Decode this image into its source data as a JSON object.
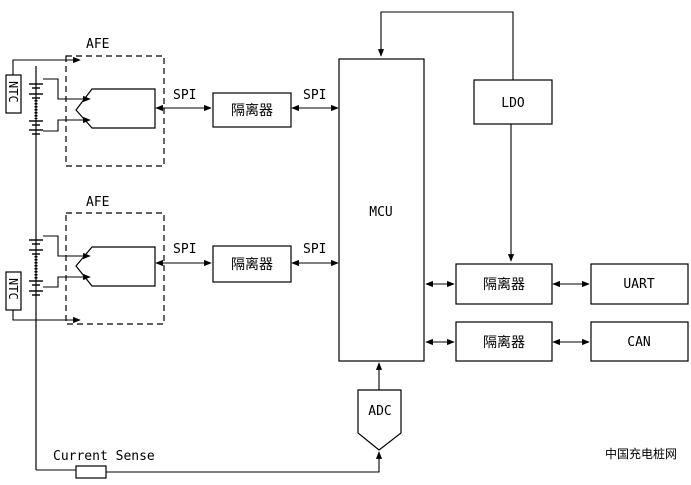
{
  "labels": {
    "afe_top": "AFE",
    "afe_bottom": "AFE",
    "ntc_top": "NTC",
    "ntc_bottom": "NTC",
    "spi_1": "SPI",
    "spi_2": "SPI",
    "spi_3": "SPI",
    "spi_4": "SPI",
    "isolator_top": "隔离器",
    "isolator_bottom": "隔离器",
    "isolator_uart": "隔离器",
    "isolator_can": "隔离器",
    "mcu": "MCU",
    "ldo": "LDO",
    "uart": "UART",
    "can": "CAN",
    "adc": "ADC",
    "current_sense": "Current Sense"
  },
  "watermark": "中国充电桩网"
}
